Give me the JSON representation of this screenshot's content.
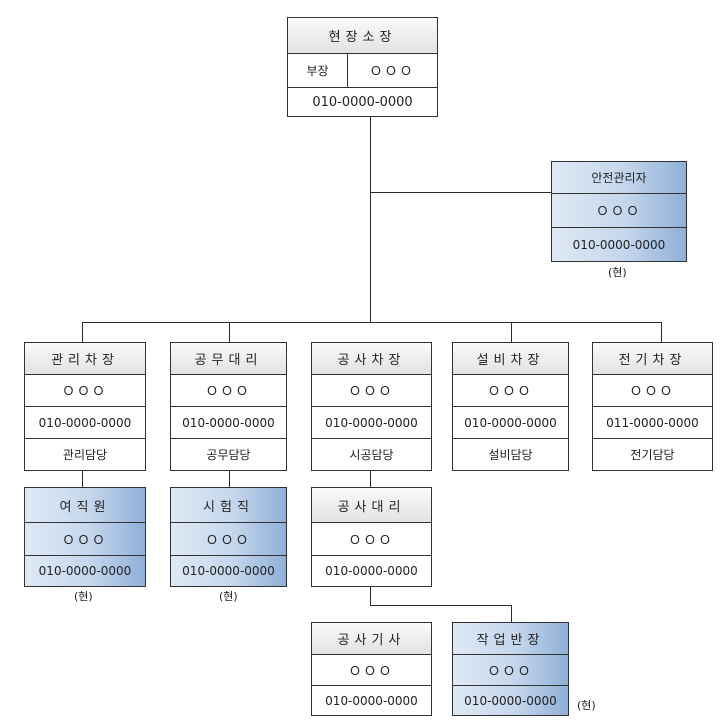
{
  "top": {
    "title": "현장소장",
    "rank": "부장",
    "name": "ＯＯＯ",
    "phone": "010-0000-0000"
  },
  "safety": {
    "title": "안전관리자",
    "name": "ＯＯＯ",
    "phone": "010-0000-0000",
    "note": "(현)"
  },
  "departments": [
    {
      "title": "관리차장",
      "name": "ＯＯＯ",
      "phone": "010-0000-0000",
      "duty": "관리담당"
    },
    {
      "title": "공무대리",
      "name": "ＯＯＯ",
      "phone": "010-0000-0000",
      "duty": "공무담당"
    },
    {
      "title": "공사차장",
      "name": "ＯＯＯ",
      "phone": "010-0000-0000",
      "duty": "시공담당"
    },
    {
      "title": "설비차장",
      "name": "ＯＯＯ",
      "phone": "010-0000-0000",
      "duty": "설비담당"
    },
    {
      "title": "전기차장",
      "name": "ＯＯＯ",
      "phone": "011-0000-0000",
      "duty": "전기담당"
    }
  ],
  "clerk": {
    "title": "여직원",
    "name": "ＯＯＯ",
    "phone": "010-0000-0000",
    "note": "(현)"
  },
  "tester": {
    "title": "시험직",
    "name": "ＯＯＯ",
    "phone": "010-0000-0000",
    "note": "(현)"
  },
  "site_assistant": {
    "title": "공사대리",
    "name": "ＯＯＯ",
    "phone": "010-0000-0000"
  },
  "engineer": {
    "title": "공사기사",
    "name": "ＯＯＯ",
    "phone": "010-0000-0000"
  },
  "foreman": {
    "title": "작업반장",
    "name": "ＯＯＯ",
    "phone": "010-0000-0000",
    "note": "(현)"
  }
}
